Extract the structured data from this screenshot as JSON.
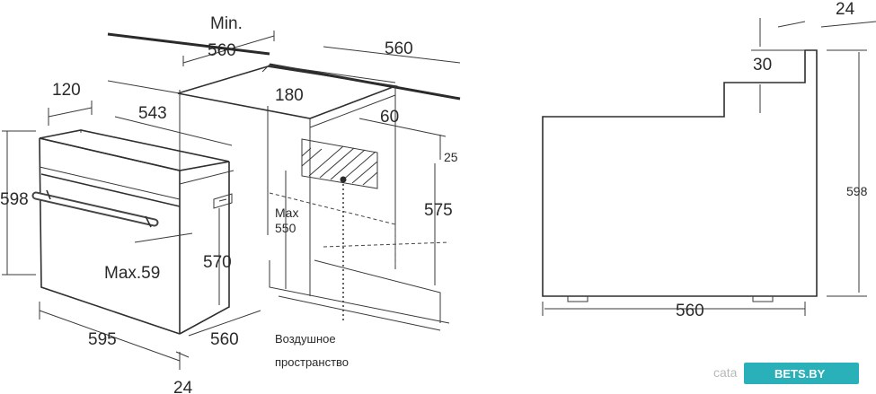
{
  "left_diagram": {
    "min_label": "Min.",
    "dims": {
      "min_depth": "560",
      "niche_width": "560",
      "d120": "120",
      "d543": "543",
      "d180": "180",
      "d60": "60",
      "d25": "25",
      "height_598": "598",
      "max_550_a": "Max",
      "max_550_b": "550",
      "d575": "575",
      "d570": "570",
      "max59": "Max.59",
      "width_595": "595",
      "depth_560": "560",
      "d24": "24"
    },
    "caption_line1": "Воздушное",
    "caption_line2": "пространство"
  },
  "right_diagram": {
    "dims": {
      "d24": "24",
      "d30": "30",
      "height_598": "598",
      "width_560": "560"
    }
  },
  "watermark": {
    "text_left": "cata",
    "text_badge": "BETS.BY"
  }
}
